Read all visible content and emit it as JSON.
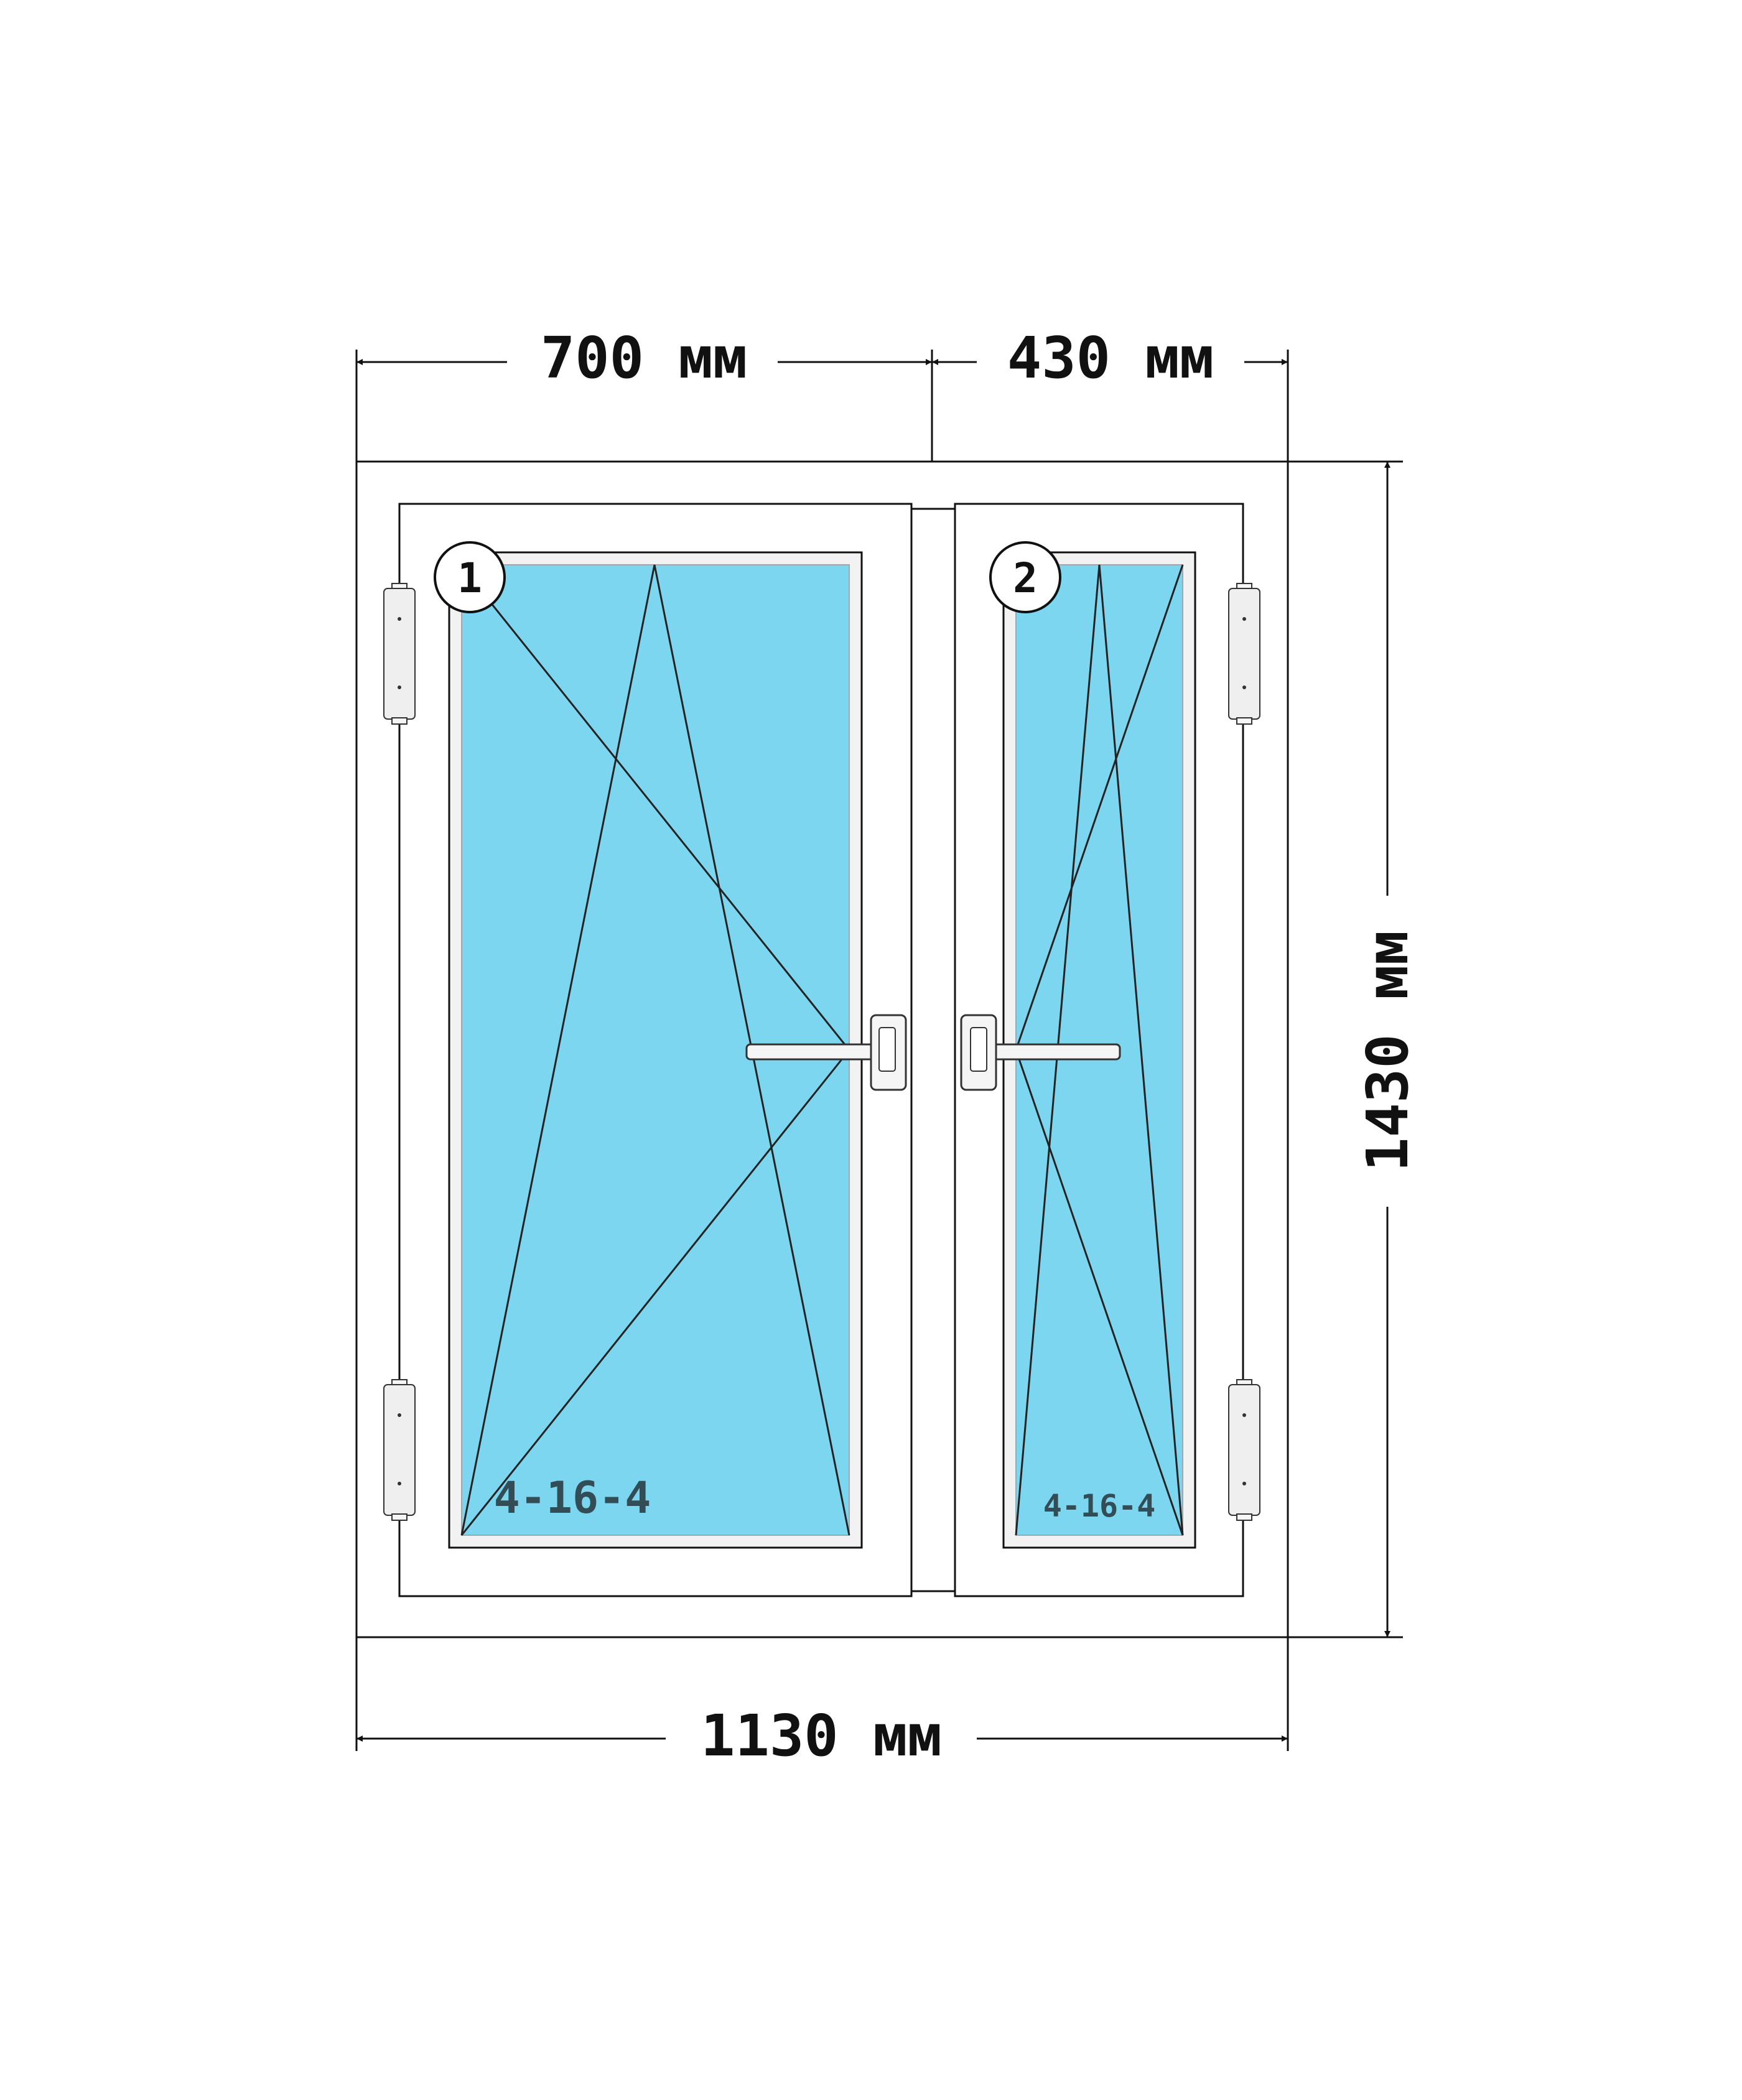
{
  "dimensions": {
    "left_sash_width": "700 мм",
    "right_sash_width": "430 мм",
    "total_width": "1130 мм",
    "total_height": "1430 мм"
  },
  "sashes": [
    {
      "number": "1",
      "glass": "4-16-4"
    },
    {
      "number": "2",
      "glass": "4-16-4"
    }
  ],
  "colors": {
    "glass": "#7dd6ef",
    "line": "#111111",
    "frame": "#ffffff",
    "hinge": "#efefef"
  }
}
